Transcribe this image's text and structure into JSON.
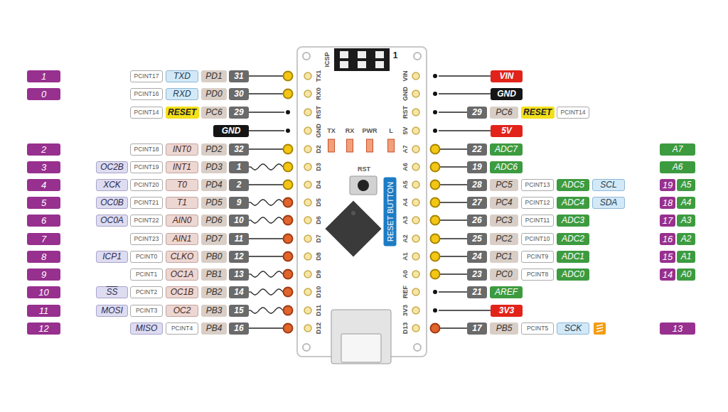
{
  "diagram": {
    "nodes": [
      {
        "text": [
          "1"
        ]
      },
      {
        "text": [
          "PCINT17"
        ]
      },
      {
        "text": [
          "TXD"
        ]
      },
      {
        "text": [
          "PD1"
        ]
      },
      {
        "text": [
          "31"
        ]
      },
      {
        "text": [
          "0"
        ]
      },
      {
        "text": [
          "PCINT16"
        ]
      },
      {
        "text": [
          "RXD"
        ]
      },
      {
        "text": [
          "PD0"
        ]
      },
      {
        "text": [
          "30"
        ]
      },
      {
        "text": [
          "PCINT14"
        ]
      },
      {
        "text": [
          "RESET"
        ]
      },
      {
        "text": [
          "PC6"
        ]
      },
      {
        "text": [
          "29"
        ]
      },
      {
        "text": [
          "GND"
        ]
      },
      {
        "text": [
          "2"
        ]
      },
      {
        "text": [
          "PCINT18"
        ]
      },
      {
        "text": [
          "INT0"
        ]
      },
      {
        "text": [
          "PD2"
        ]
      },
      {
        "text": [
          "32"
        ]
      },
      {
        "text": [
          "3"
        ]
      },
      {
        "text": [
          "OC2B"
        ]
      },
      {
        "text": [
          "PCINT19"
        ]
      },
      {
        "text": [
          "INT1"
        ]
      },
      {
        "text": [
          "PD3"
        ]
      },
      {
        "text": [
          "1"
        ]
      },
      {
        "text": [
          "4"
        ]
      },
      {
        "text": [
          "XCK"
        ]
      },
      {
        "text": [
          "PCINT20"
        ]
      },
      {
        "text": [
          "T0"
        ]
      },
      {
        "text": [
          "PD4"
        ]
      },
      {
        "text": [
          "2"
        ]
      },
      {
        "text": [
          "5"
        ]
      },
      {
        "text": [
          "OC0B"
        ]
      },
      {
        "text": [
          "PCINT21"
        ]
      },
      {
        "text": [
          "T1"
        ]
      },
      {
        "text": [
          "PD5"
        ]
      },
      {
        "text": [
          "9"
        ]
      },
      {
        "text": [
          "6"
        ]
      },
      {
        "text": [
          "OC0A"
        ]
      },
      {
        "text": [
          "PCINT22"
        ]
      },
      {
        "text": [
          "AIN0"
        ]
      },
      {
        "text": [
          "PD6"
        ]
      },
      {
        "text": [
          "10"
        ]
      },
      {
        "text": [
          "7"
        ]
      },
      {
        "text": [
          "PCINT23"
        ]
      },
      {
        "text": [
          "AIN1"
        ]
      },
      {
        "text": [
          "PD7"
        ]
      },
      {
        "text": [
          "11"
        ]
      },
      {
        "text": [
          "8"
        ]
      },
      {
        "text": [
          "ICP1"
        ]
      },
      {
        "text": [
          "PCINT0"
        ]
      },
      {
        "text": [
          "CLKO"
        ]
      },
      {
        "text": [
          "PB0"
        ]
      },
      {
        "text": [
          "12"
        ]
      },
      {
        "text": [
          "9"
        ]
      },
      {
        "text": [
          "PCINT1"
        ]
      },
      {
        "text": [
          "OC1A"
        ]
      },
      {
        "text": [
          "PB1"
        ]
      },
      {
        "text": [
          "13"
        ]
      },
      {
        "text": [
          "10"
        ]
      },
      {
        "text": [
          "SS"
        ]
      },
      {
        "text": [
          "PCINT2"
        ]
      },
      {
        "text": [
          "OC1B"
        ]
      },
      {
        "text": [
          "PB2"
        ]
      },
      {
        "text": [
          "14"
        ]
      },
      {
        "text": [
          "11"
        ]
      },
      {
        "text": [
          "MOSI"
        ]
      },
      {
        "text": [
          "PCINT3"
        ]
      },
      {
        "text": [
          "OC2"
        ]
      },
      {
        "text": [
          "PB3"
        ]
      },
      {
        "text": [
          "15"
        ]
      },
      {
        "text": [
          "12"
        ]
      },
      {
        "text": [
          "MISO"
        ]
      },
      {
        "text": [
          "PCINT4"
        ]
      },
      {
        "text": [
          "PB4"
        ]
      },
      {
        "text": [
          "16"
        ]
      },
      {
        "text": [
          "VIN"
        ]
      },
      {
        "text": [
          "GND"
        ]
      },
      {
        "text": [
          "29"
        ]
      },
      {
        "text": [
          "PC6"
        ]
      },
      {
        "text": [
          "RESET"
        ]
      },
      {
        "text": [
          "PCINT14"
        ]
      },
      {
        "text": [
          "5V"
        ]
      },
      {
        "text": [
          "22"
        ]
      },
      {
        "text": [
          "ADC7"
        ]
      },
      {
        "text": [
          "A7"
        ]
      },
      {
        "text": [
          "19"
        ]
      },
      {
        "text": [
          "ADC6"
        ]
      },
      {
        "text": [
          "A6"
        ]
      },
      {
        "text": [
          "28"
        ]
      },
      {
        "text": [
          "PC5"
        ]
      },
      {
        "text": [
          "PCINT13"
        ]
      },
      {
        "text": [
          "ADC5"
        ]
      },
      {
        "text": [
          "SCL"
        ]
      },
      {
        "text": [
          "19"
        ]
      },
      {
        "text": [
          "A5"
        ]
      },
      {
        "text": [
          "27"
        ]
      },
      {
        "text": [
          "PC4"
        ]
      },
      {
        "text": [
          "PCINT12"
        ]
      },
      {
        "text": [
          "ADC4"
        ]
      },
      {
        "text": [
          "SDA"
        ]
      },
      {
        "text": [
          "18"
        ]
      },
      {
        "text": [
          "A4"
        ]
      },
      {
        "text": [
          "26"
        ]
      },
      {
        "text": [
          "PC3"
        ]
      },
      {
        "text": [
          "PCINT11"
        ]
      },
      {
        "text": [
          "ADC3"
        ]
      },
      {
        "text": [
          "17"
        ]
      },
      {
        "text": [
          "A3"
        ]
      },
      {
        "text": [
          "25"
        ]
      },
      {
        "text": [
          "PC2"
        ]
      },
      {
        "text": [
          "PCINT10"
        ]
      },
      {
        "text": [
          "ADC2"
        ]
      },
      {
        "text": [
          "16"
        ]
      },
      {
        "text": [
          "A2"
        ]
      },
      {
        "text": [
          "24"
        ]
      },
      {
        "text": [
          "PC1"
        ]
      },
      {
        "text": [
          "PCINT9"
        ]
      },
      {
        "text": [
          "ADC1"
        ]
      },
      {
        "text": [
          "15"
        ]
      },
      {
        "text": [
          "A1"
        ]
      },
      {
        "text": [
          "23"
        ]
      },
      {
        "text": [
          "PC0"
        ]
      },
      {
        "text": [
          "PCINT8"
        ]
      },
      {
        "text": [
          "ADC0"
        ]
      },
      {
        "text": [
          "14"
        ]
      },
      {
        "text": [
          "A0"
        ]
      },
      {
        "text": [
          "21"
        ]
      },
      {
        "text": [
          "AREF"
        ]
      },
      {
        "text": [
          "3V3"
        ]
      },
      {
        "text": [
          "17"
        ]
      },
      {
        "text": [
          "PB5"
        ]
      },
      {
        "text": [
          "PCINT5"
        ]
      },
      {
        "text": [
          "SCK"
        ]
      },
      {
        "text": [
          "13"
        ]
      },
      {
        "text": [
          "RESET BUTTON"
        ]
      }
    ],
    "labels": [
      "ICSP",
      "1",
      "TX1",
      "RX0",
      "RST",
      "GND",
      "D2",
      "D3",
      "D4",
      "D5",
      "D6",
      "D7",
      "D8",
      "D9",
      "D10",
      "D11",
      "D12",
      "VIN",
      "GND",
      "RST",
      "5V",
      "A7",
      "A6",
      "A5",
      "A4",
      "A3",
      "A2",
      "A1",
      "A0",
      "REF",
      "3V3",
      "D13",
      "TX",
      "RX",
      "PWR",
      "L",
      "RST"
    ]
  }
}
